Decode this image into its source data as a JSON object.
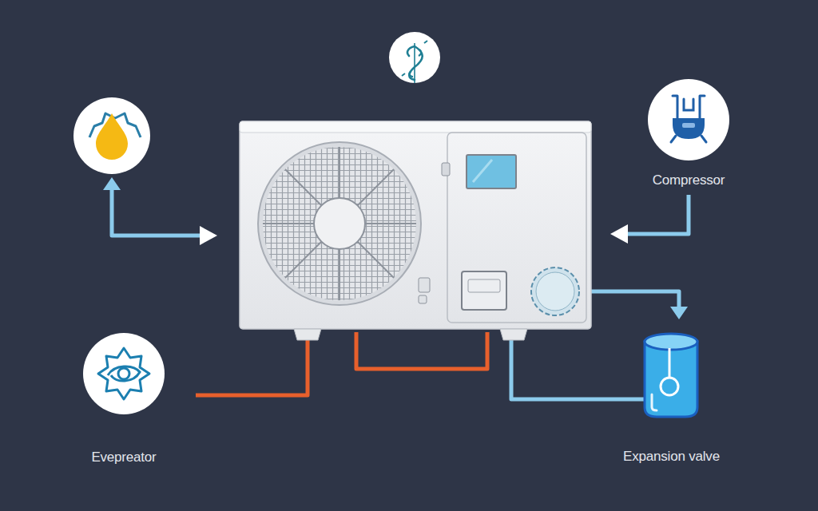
{
  "diagram": {
    "nodes": [
      {
        "text": [
          "Compressor"
        ]
      },
      {
        "text": [
          "Evepreator"
        ]
      },
      {
        "text": [
          "Expansion valve"
        ]
      }
    ]
  }
}
